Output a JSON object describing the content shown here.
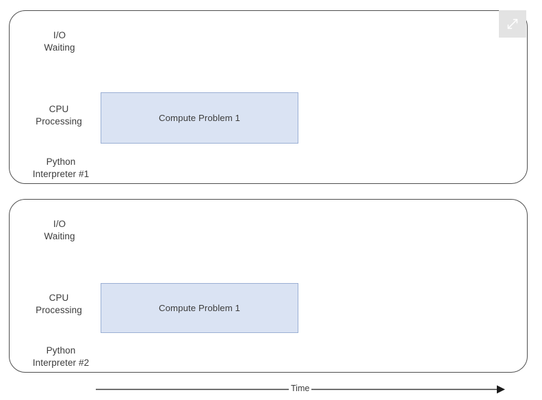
{
  "diagram": {
    "time_axis": {
      "label": "Time",
      "icon": "arrow-right-icon"
    },
    "expand_control": {
      "icon": "expand-diagonal-arrows-icon"
    },
    "interpreters": [
      {
        "id": "interpreter-1",
        "rows": {
          "io_waiting": "I/O\nWaiting",
          "cpu_processing": "CPU\nProcessing",
          "title": "Python\nInterpreter #1"
        },
        "blocks": [
          {
            "label": "Compute Problem 1"
          }
        ]
      },
      {
        "id": "interpreter-2",
        "rows": {
          "io_waiting": "I/O\nWaiting",
          "cpu_processing": "CPU\nProcessing",
          "title": "Python\nInterpreter #2"
        },
        "blocks": [
          {
            "label": "Compute Problem 1"
          }
        ]
      }
    ],
    "colors": {
      "block_fill": "#dae3f3",
      "block_stroke": "#9aafd4",
      "container_stroke": "#4d4d4d",
      "text": "#3b3b3b",
      "control_background": "#e3e3e3",
      "background": "#ffffff"
    }
  }
}
